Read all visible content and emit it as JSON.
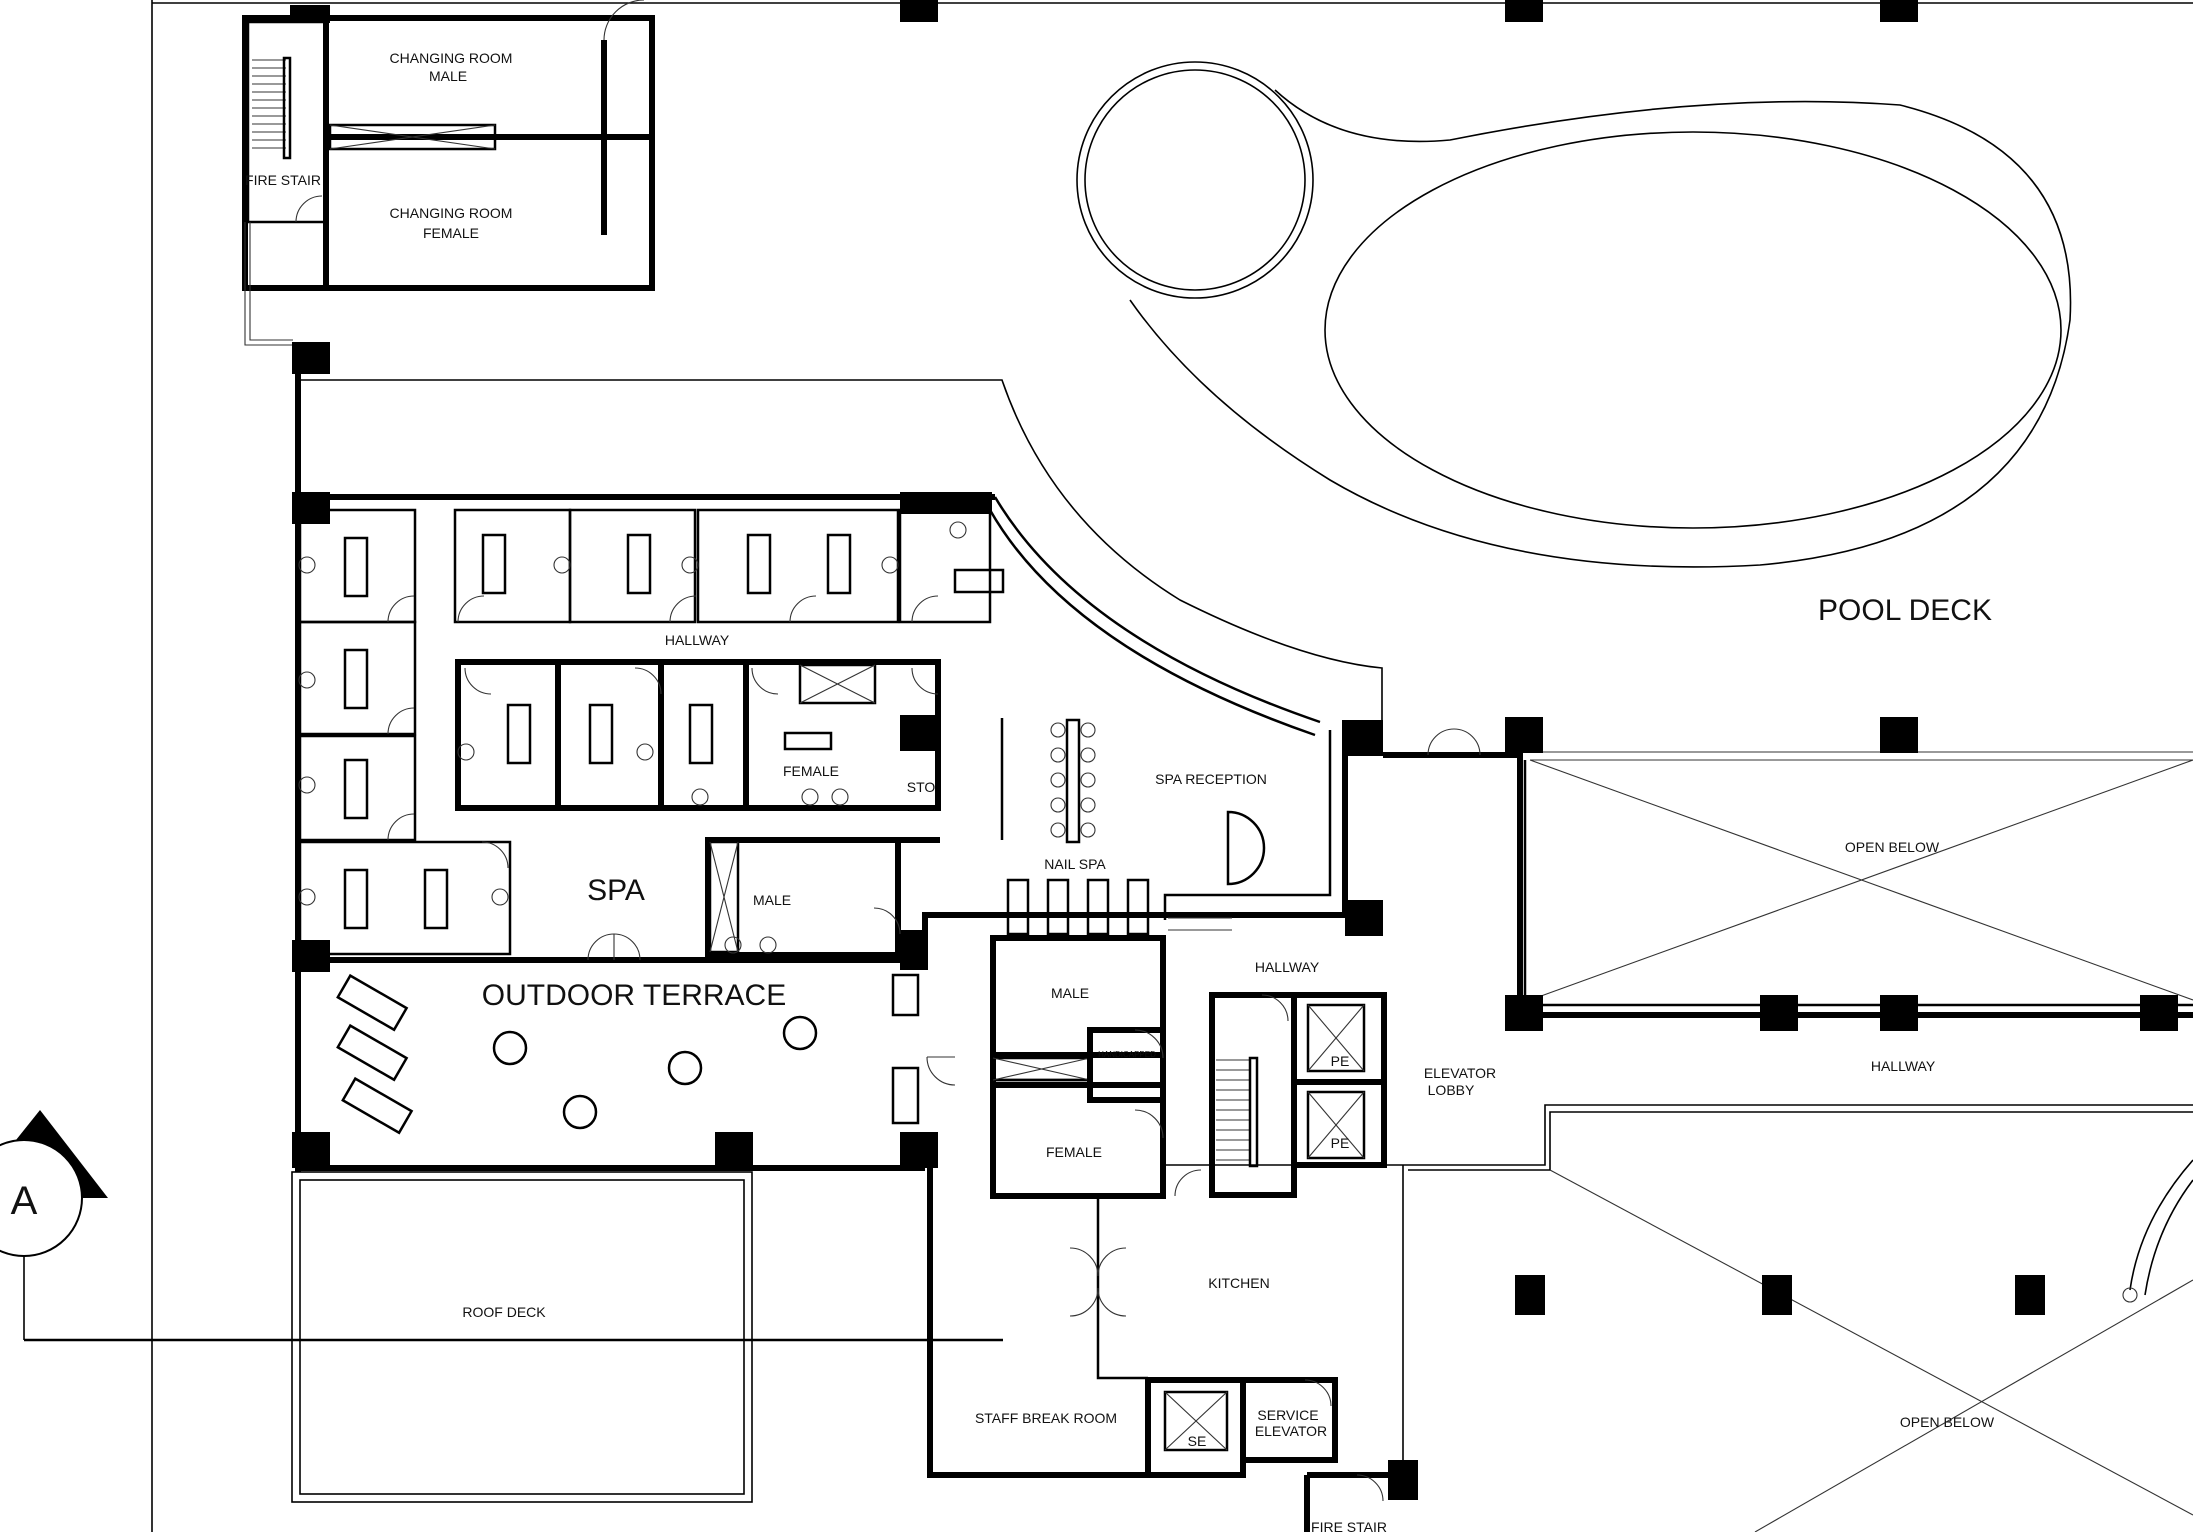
{
  "rooms": {
    "changing_male_1": "CHANGING ROOM",
    "changing_male_2": "MALE",
    "changing_female_1": "CHANGING ROOM",
    "changing_female_2": "FEMALE",
    "fire_stair_top": "FIRE STAIR",
    "pool_deck": "POOL DECK",
    "hallway_spa": "HALLWAY",
    "female_spa": "FEMALE",
    "sto": "STO",
    "spa_reception": "SPA RECEPTION",
    "nail_spa": "NAIL SPA",
    "spa": "SPA",
    "male_spa": "MALE",
    "open_below_1": "OPEN BELOW",
    "outdoor_terrace": "OUTDOOR TERRACE",
    "hallway_mid": "HALLWAY",
    "male_rr": "MALE",
    "handicapped": "HANDICAPPED",
    "female_rr": "FEMALE",
    "pe_1": "PE",
    "pe_2": "PE",
    "elevator_lobby_1": "ELEVATOR",
    "elevator_lobby_2": "LOBBY",
    "hallway_right": "HALLWAY",
    "roof_deck": "ROOF DECK",
    "kitchen": "KITCHEN",
    "staff_break_room": "STAFF BREAK ROOM",
    "se": "SE",
    "service_elevator_1": "SERVICE",
    "service_elevator_2": "ELEVATOR",
    "open_below_2": "OPEN BELOW",
    "fire_stair_bottom": "FIRE STAIR"
  },
  "section_marker": "A"
}
